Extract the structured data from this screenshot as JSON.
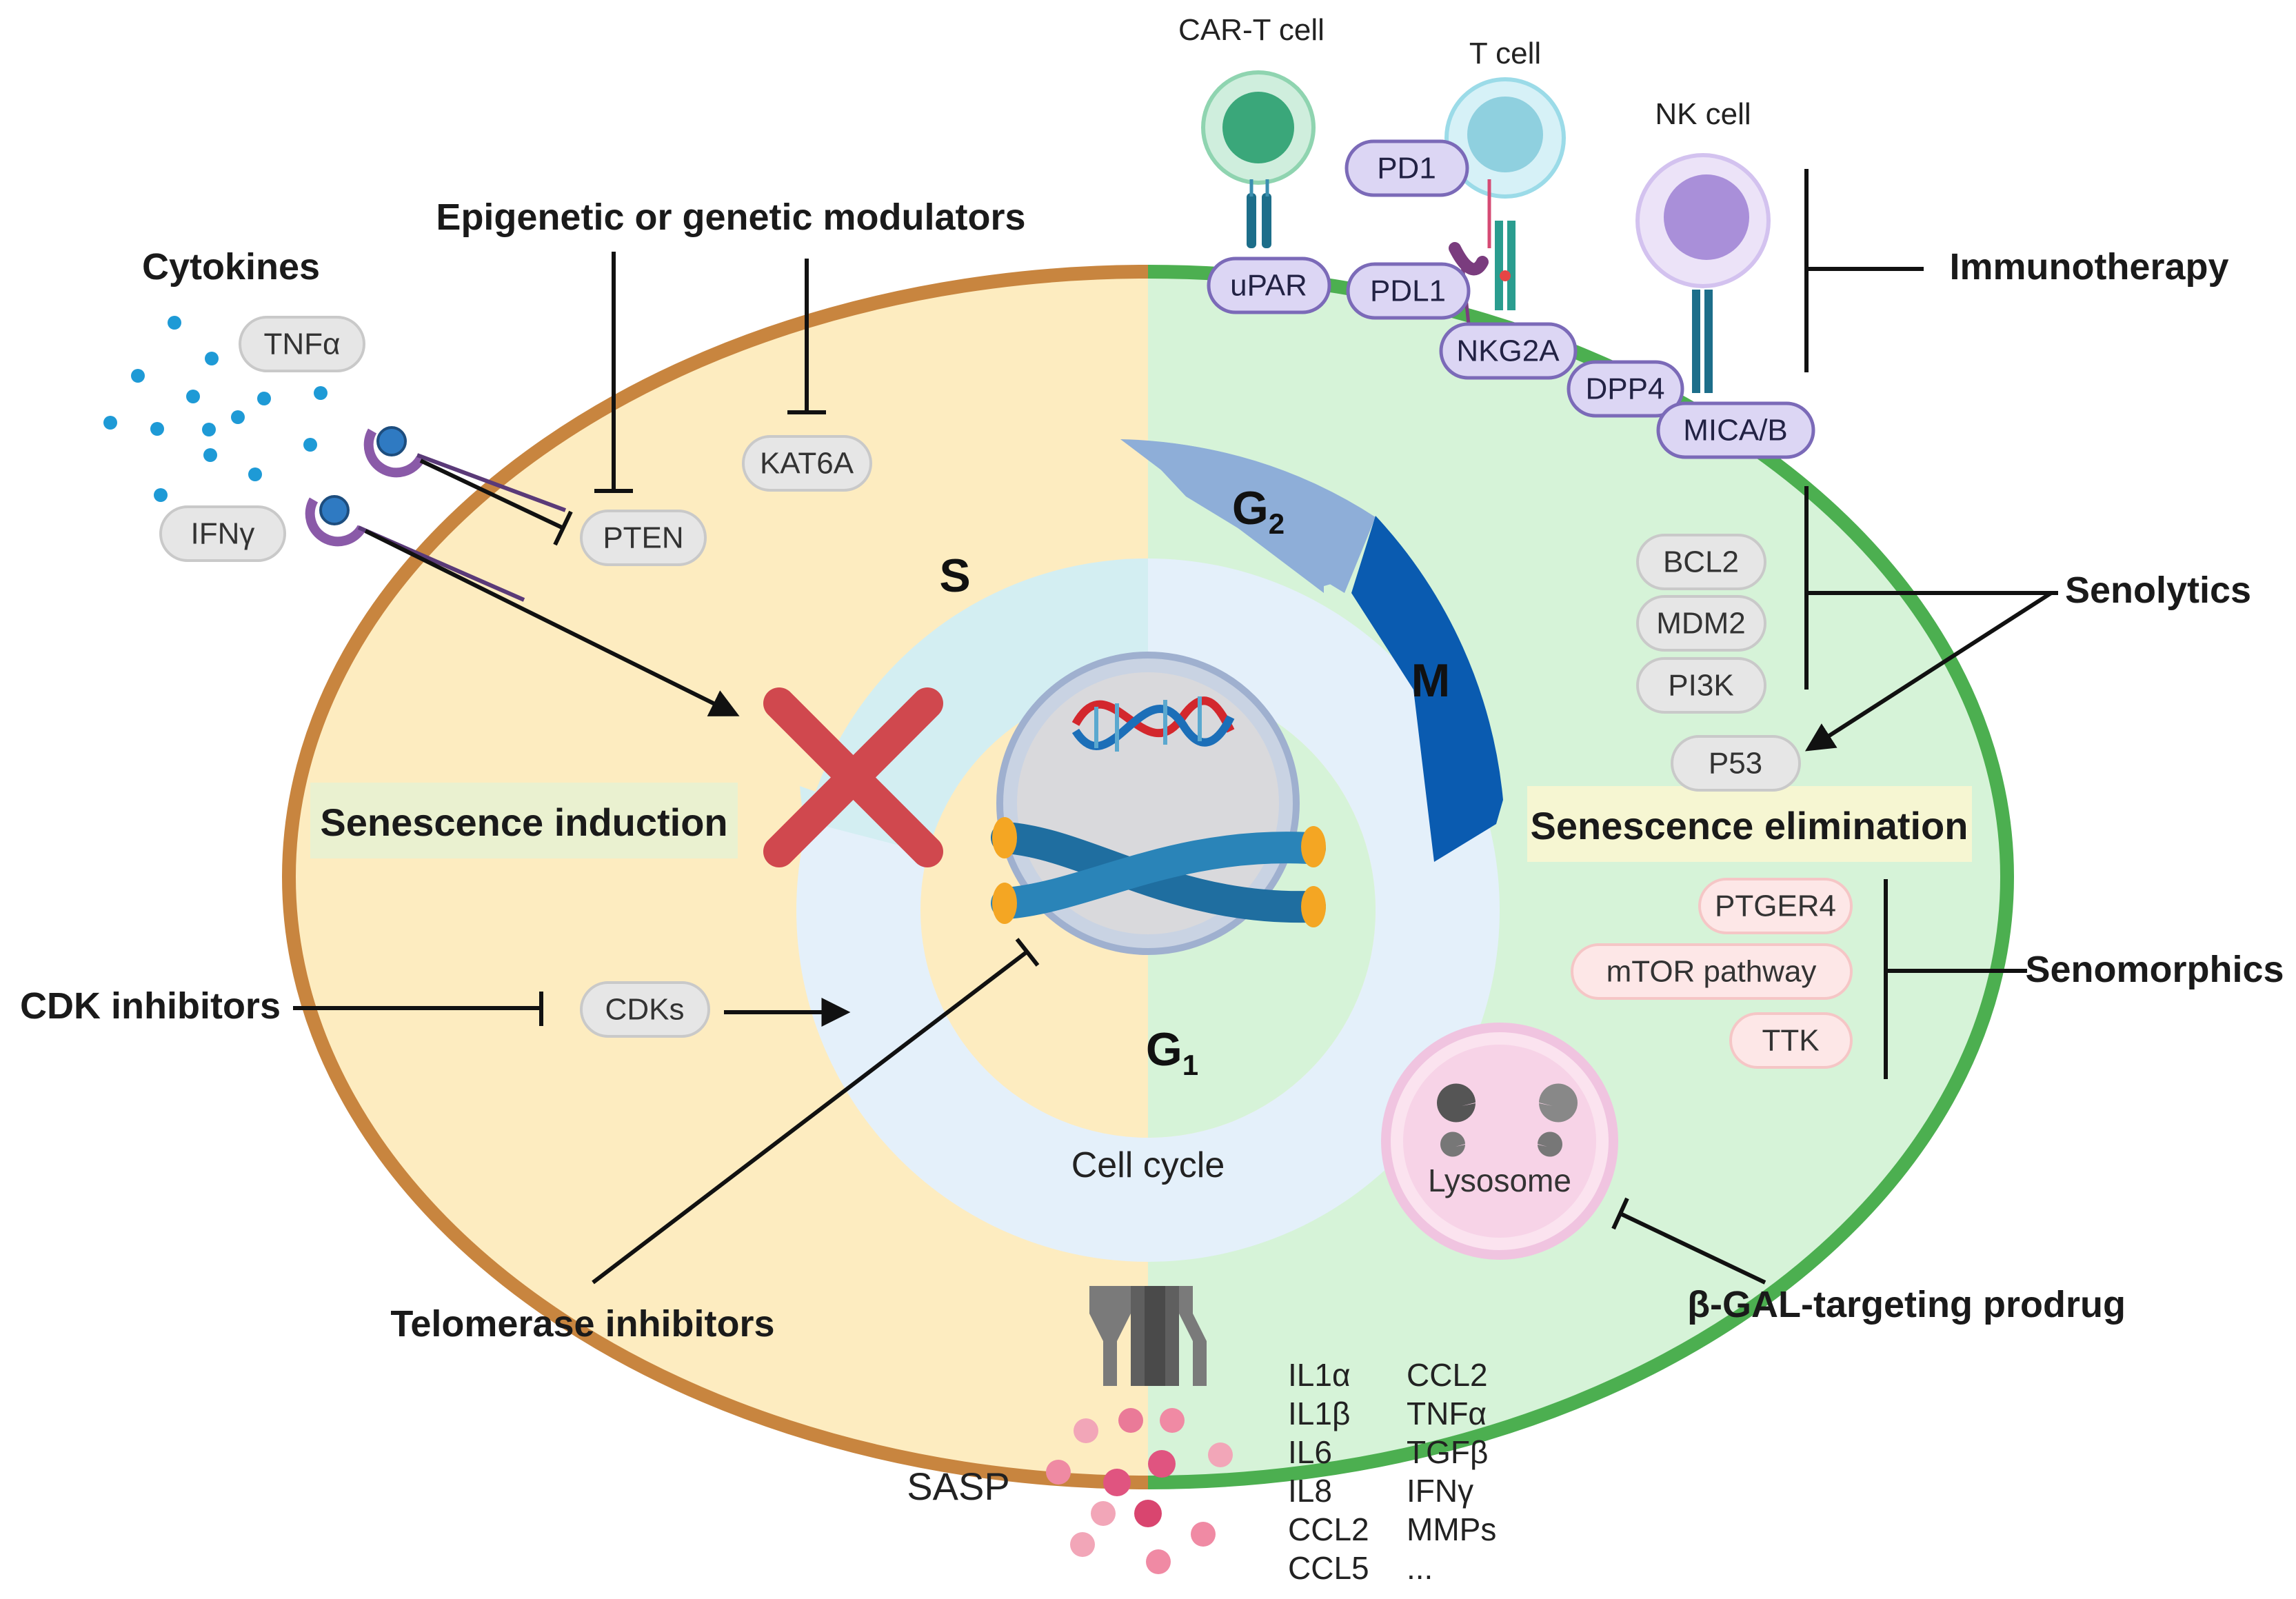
{
  "colors": {
    "left_fill": "#fdecc0",
    "right_fill": "#d6f3d8",
    "left_membrane": "#c8853f",
    "right_membrane": "#4caf50",
    "g2": "#8eaed8",
    "m": "#0a5bb0",
    "s_ring": "#d3eef2",
    "g1_ring": "#e4f0fa",
    "pill_gray": "#e6e6e6",
    "pill_purple": "#dcd6f4",
    "pill_pink": "#fde7e7",
    "cross": "#d0484e"
  },
  "cells": {
    "cart": "CAR-T cell",
    "t": "T cell",
    "nk": "NK cell"
  },
  "headings": {
    "cytokines": "Cytokines",
    "epigenetic": "Epigenetic or genetic modulators",
    "immunotherapy": "Immunotherapy",
    "senolytics": "Senolytics",
    "senomorphics": "Senomorphics",
    "cdk_inhibitors": "CDK inhibitors",
    "telomerase": "Telomerase inhibitors",
    "bgal": "β-GAL-targeting prodrug",
    "induction": "Senescence induction",
    "elimination": "Senescence elimination"
  },
  "pills": {
    "tnfa": "TNFα",
    "ifng": "IFNγ",
    "pten": "PTEN",
    "kat6a": "KAT6A",
    "cdks": "CDKs",
    "upar": "uPAR",
    "pd1": "PD1",
    "pdl1": "PDL1",
    "nkg2a": "NKG2A",
    "dpp4": "DPP4",
    "mica": "MICA/B",
    "bcl2": "BCL2",
    "mdm2": "MDM2",
    "pi3k": "PI3K",
    "p53": "P53",
    "ptger4": "PTGER4",
    "mtor": "mTOR pathway",
    "ttk": "TTK"
  },
  "cycle": {
    "s": "S",
    "g2": "G",
    "g2_sub": "2",
    "m": "M",
    "g1": "G",
    "g1_sub": "1",
    "caption": "Cell cycle"
  },
  "lysosome": "Lysosome",
  "sasp": {
    "label": "SASP",
    "col1": [
      "IL1α",
      "IL1β",
      "IL6",
      "IL8",
      "CCL2",
      "CCL5"
    ],
    "col2": [
      "CCL2",
      "TNFα",
      "TGFβ",
      "IFNγ",
      "MMPs",
      "..."
    ]
  }
}
